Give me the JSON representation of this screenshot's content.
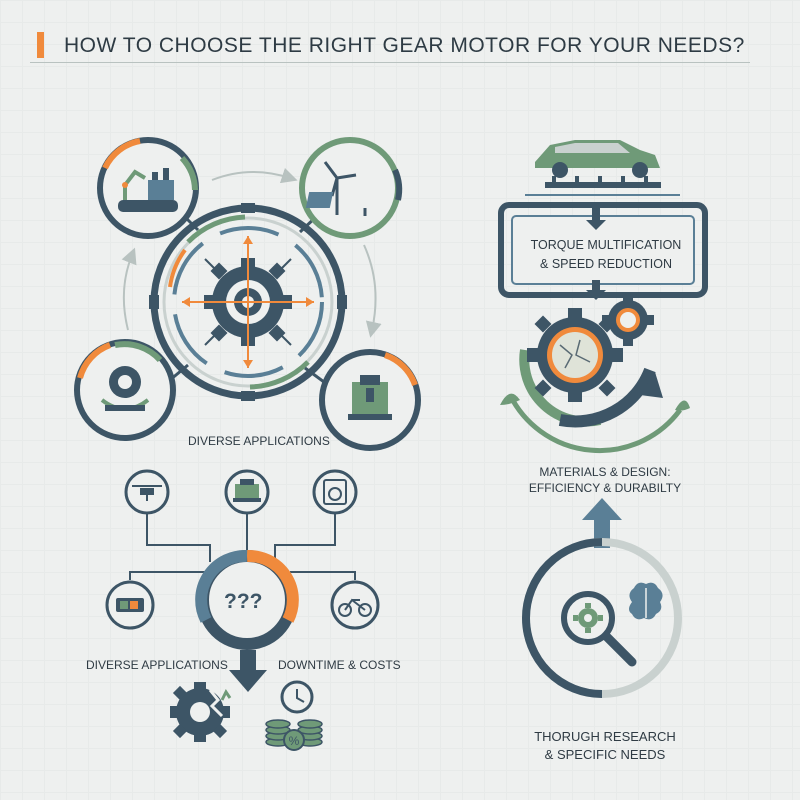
{
  "header": {
    "title": "HOW TO CHOOSE THE RIGHT GEAR MOTOR FOR YOUR NEEDS?"
  },
  "left_top": {
    "caption": "DIVERSE APPLICATIONS"
  },
  "left_bottom": {
    "center_text": "???",
    "caption_left": "DIVERSE APPLICATIONS",
    "caption_right": "DOWNTIME & COSTS"
  },
  "right_top": {
    "box_line1": "TORQUE MULTIFICATION",
    "box_line2": "& SPEED REDUCTION"
  },
  "right_middle": {
    "caption_line1": "MATERIALS & DESIGN:",
    "caption_line2": "EFFICIENCY & DURABILTY"
  },
  "right_bottom": {
    "caption_line1": "THORUGH RESEARCH",
    "caption_line2": "& SPECIFIC NEEDS"
  },
  "colors": {
    "accent": "#f08a3c",
    "slate": "#3d5566",
    "green": "#6f9a78",
    "blue": "#5a7f96",
    "light": "#c9d1cf"
  },
  "icons": [
    "factory-robot-icon",
    "wind-turbine-icon",
    "gear-cycle-icon",
    "machine-press-icon",
    "drone-icon",
    "printer-icon",
    "washing-machine-icon",
    "battery-icon",
    "bicycle-icon",
    "broken-gear-icon",
    "clock-icon",
    "coins-icon",
    "car-icon",
    "magnifier-gear-icon",
    "brain-icon"
  ]
}
